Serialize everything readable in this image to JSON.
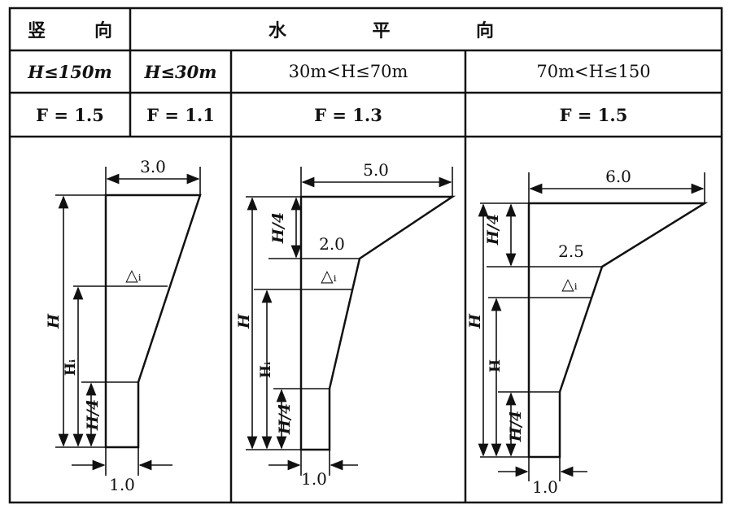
{
  "table": {
    "vertical_header": [
      "竖",
      "向"
    ],
    "horizontal_header": [
      "水",
      "平",
      "向"
    ],
    "height_ranges": {
      "vertical": "H≤150m",
      "h1": "H≤30m",
      "h2": "30m<H≤70m",
      "h3": "70m<H≤150"
    },
    "factors": {
      "vertical": "F = 1.5",
      "h1": "F = 1.1",
      "h2": "F = 1.3",
      "h3": "F = 1.5"
    }
  },
  "diagrams": {
    "d1": {
      "top_width": "3.0",
      "bottom_width": "1.0",
      "height": "H",
      "hi": "Hᵢ",
      "quarter": "H/4",
      "delta": "△ᵢ"
    },
    "d2": {
      "top_width": "5.0",
      "mid_width": "2.0",
      "bottom_width": "1.0",
      "height": "H",
      "hi": "Hᵢ",
      "quarter_top": "H/4",
      "quarter_bottom": "H/4",
      "delta": "△ᵢ"
    },
    "d3": {
      "top_width": "6.0",
      "mid_width": "2.5",
      "bottom_width": "1.0",
      "height": "H",
      "hi": "H",
      "quarter_top": "H/4",
      "quarter_bottom": "H/4",
      "delta": "△ᵢ"
    }
  }
}
